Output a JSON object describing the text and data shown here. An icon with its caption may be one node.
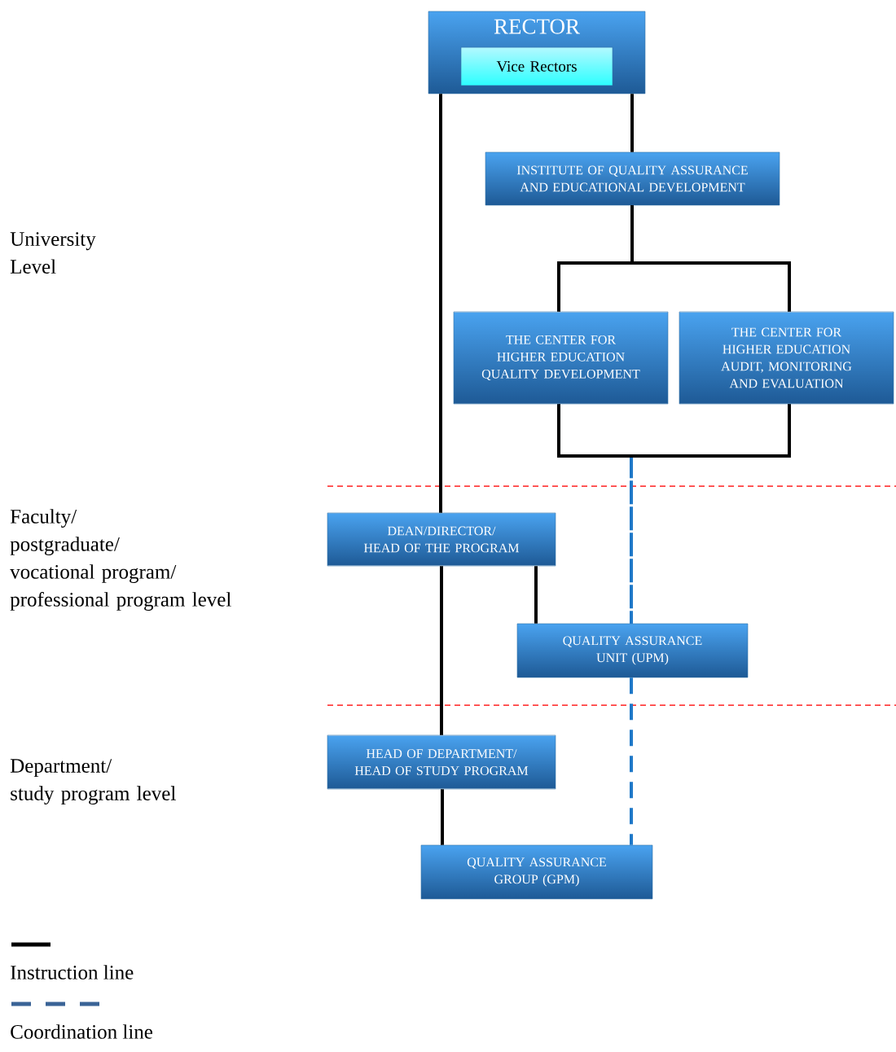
{
  "diagram": {
    "nodes": [
      {
        "text": [
          "RECTOR"
        ]
      },
      {
        "text": [
          "Vice Rectors"
        ],
        "in": 0
      },
      {
        "text": [
          "INSTITUTE OF QUALITY ASSURANCE AND EDUCATIONAL DEVELOPMENT"
        ]
      },
      {
        "text": [
          "THE CENTER FOR HIGHER EDUCATION QUALITY DEVELOPMENT"
        ]
      },
      {
        "text": [
          "THE CENTER FOR HIGHER EDUCATION AUDIT, MONITORING AND EVALUATION"
        ]
      },
      {
        "text": [
          "DEAN/DIRECTOR/ HEAD OF THE PROGRAM"
        ]
      },
      {
        "text": [
          "QUALITY ASSURANCE UNIT (UPM)"
        ]
      },
      {
        "text": [
          "HEAD OF DEPARTMENT/ HEAD OF STUDY PROGRAM"
        ]
      },
      {
        "text": [
          "QUALITY ASSURANCE GROUP (GPM)"
        ]
      }
    ],
    "edges": [
      {
        "from": 0,
        "to": 5,
        "arrow": "none"
      },
      {
        "from": 0,
        "to": 2,
        "arrow": "none"
      },
      {
        "from": 2,
        "to": 3,
        "arrow": "none"
      },
      {
        "from": 2,
        "to": 4,
        "arrow": "none"
      },
      {
        "from": 3,
        "to": 4,
        "arrow": "none"
      },
      {
        "from": 3,
        "to": 6,
        "arrow": "none",
        "style": "dashed",
        "color": "#1f78c8"
      },
      {
        "from": 4,
        "to": 6,
        "arrow": "none",
        "style": "dashed",
        "color": "#1f78c8"
      },
      {
        "from": 5,
        "to": 6,
        "arrow": "none"
      },
      {
        "from": 5,
        "to": 7,
        "arrow": "none"
      },
      {
        "from": 6,
        "to": 8,
        "arrow": "none",
        "style": "dashed",
        "color": "#1f78c8"
      },
      {
        "from": 7,
        "to": 8,
        "arrow": "none"
      }
    ],
    "labels": [
      "University Level",
      "Faculty/ postgraduate/ vocational program/ professional program level",
      "Department/ study program level"
    ],
    "legend": [
      {
        "text": "Instruction line"
      },
      {
        "text": "Coordination line"
      }
    ]
  }
}
